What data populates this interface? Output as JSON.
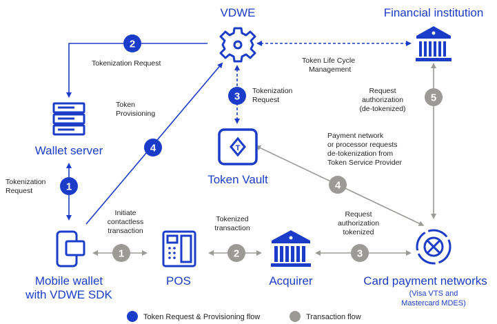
{
  "colors": {
    "blue": "#1a3cc8",
    "gray": "#9c9a96",
    "text": "#222222"
  },
  "nodes": {
    "vdwe": "VDWE",
    "financial": "Financial institution",
    "wallet_server": "Wallet server",
    "token_vault": "Token Vault",
    "mobile_wallet": [
      "Mobile wallet",
      "with VDWE SDK"
    ],
    "pos": "POS",
    "acquirer": "Acquirer",
    "card_networks": "Card payment networks",
    "card_networks_sub": [
      "(Visa VTS and",
      "Mastercard MDES)"
    ]
  },
  "labels": {
    "tokenization_request_top": "Tokenization Request",
    "token_lifecycle": [
      "Token Life Cycle",
      "Management"
    ],
    "tokenization_request_vault": [
      "Tokenization",
      "Request"
    ],
    "token_provisioning": [
      "Token",
      "Provisioning"
    ],
    "tokenization_request_left": [
      "Tokenization",
      "Request"
    ],
    "request_auth_detokenized": [
      "Request",
      "authorization",
      "(de-tokenized)"
    ],
    "payment_network_requests": [
      "Payment network",
      "or processor requests",
      "de-tokenization from",
      "Token Service Provider"
    ],
    "initiate_contactless": [
      "Initiate",
      "contactless",
      "transaction"
    ],
    "tokenized_transaction": [
      "Tokenized",
      "transaction"
    ],
    "request_auth_tokenized": [
      "Request",
      "authorization",
      "tokenized"
    ]
  },
  "badges": {
    "blue_2": "2",
    "blue_3": "3",
    "blue_4": "4",
    "blue_1": "1",
    "gray_5": "5",
    "gray_4": "4",
    "gray_1": "1",
    "gray_2": "2",
    "gray_3": "3"
  },
  "icons": {
    "vdwe": "gear-icon",
    "financial": "bank-icon",
    "wallet_server": "server-icon",
    "token_vault": "token-vault-icon",
    "mobile_wallet": "mobile-wallet-icon",
    "pos": "pos-terminal-icon",
    "acquirer": "bank-icon",
    "card_networks": "card-network-icon"
  },
  "legend": {
    "blue": "Token Request & Provisioning flow",
    "gray": "Transaction flow"
  }
}
